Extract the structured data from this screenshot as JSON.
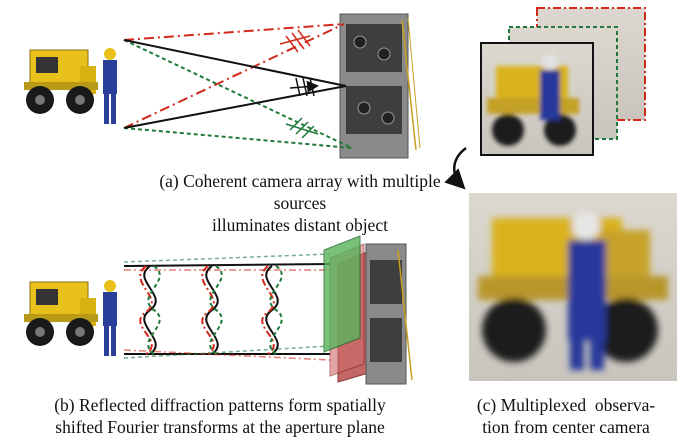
{
  "figure": {
    "caption_a": {
      "line1": "(a) Coherent camera array with multiple sources",
      "line2": "illuminates distant object"
    },
    "caption_b": {
      "line1": "(b) Reflected diffraction patterns form spatially",
      "line2": "shifted Fourier transforms at the aperture plane"
    },
    "caption_c": {
      "line1": "(c) Multiplexed  observa-",
      "line2": "tion from center camera"
    }
  },
  "colors": {
    "red": "#d22a1a",
    "green": "#1f7a3a",
    "black": "#111111",
    "toy_yellow": "#e8c21a",
    "figure_blue": "#2a3f9a"
  }
}
